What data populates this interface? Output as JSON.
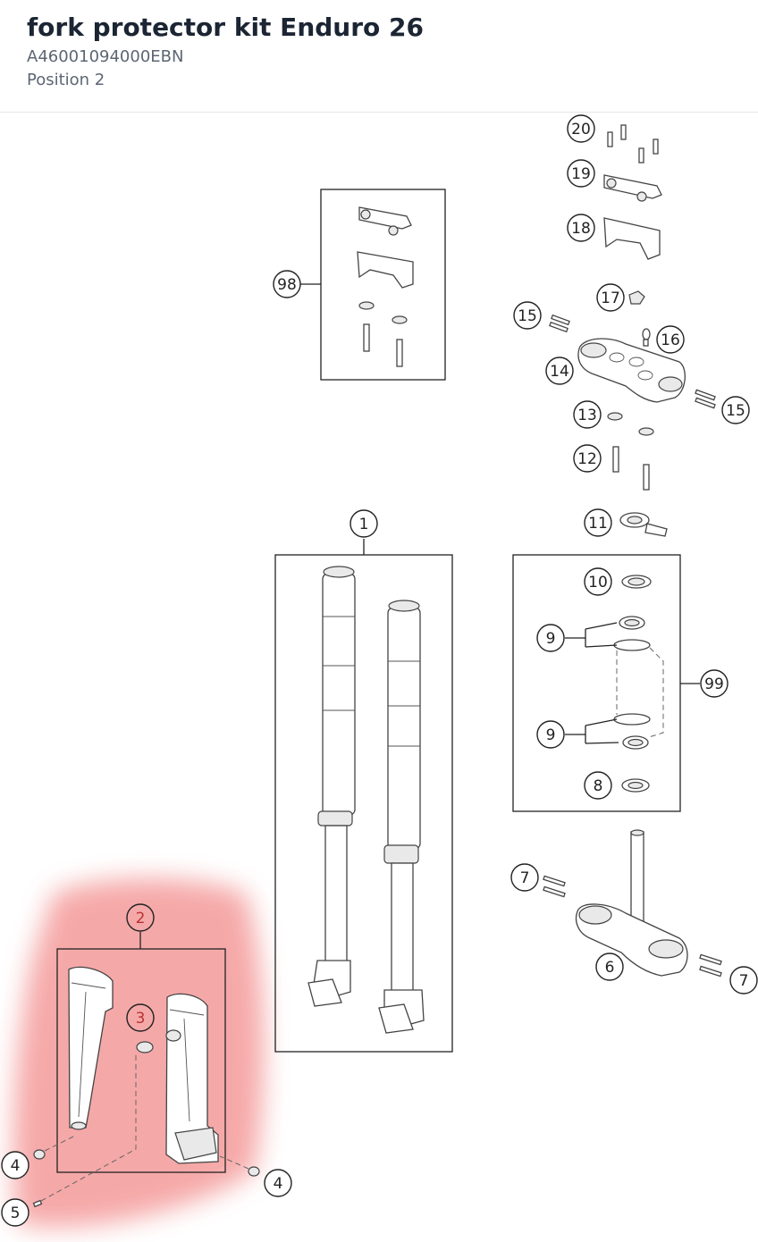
{
  "header": {
    "title": "fork protector kit Enduro 26",
    "part_number": "A46001094000EBN",
    "position": "Position 2"
  },
  "diagram": {
    "highlight_color": "#f49a9a",
    "highlighted_callouts": [
      "2",
      "3",
      "4",
      "5"
    ],
    "callouts": {
      "c1": "1",
      "c2": "2",
      "c3": "3",
      "c4a": "4",
      "c4b": "4",
      "c5": "5",
      "c6": "6",
      "c7a": "7",
      "c7b": "7",
      "c8": "8",
      "c9a": "9",
      "c9b": "9",
      "c10": "10",
      "c11": "11",
      "c12": "12",
      "c13": "13",
      "c14": "14",
      "c15a": "15",
      "c15b": "15",
      "c16": "16",
      "c17": "17",
      "c18": "18",
      "c19": "19",
      "c20": "20",
      "c98": "98",
      "c99": "99"
    }
  }
}
